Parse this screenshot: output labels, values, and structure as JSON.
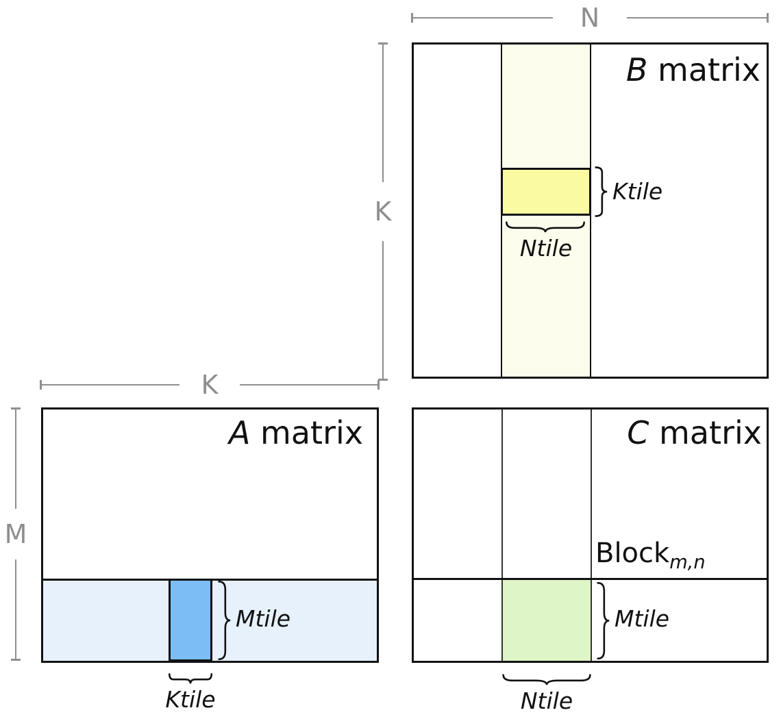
{
  "colors": {
    "outline": "#111111",
    "thin_line": "#333333",
    "dim_gray": "#8e8e8e",
    "b_strip_fill": "#fdfdee",
    "b_tile_fill": "#fafaa2",
    "a_strip_fill": "#e6f1fc",
    "a_tile_fill": "#7bbdf4",
    "c_tile_fill": "#def5c7"
  },
  "dims": {
    "n_label": "N",
    "k_vertical_label": "K",
    "k_horizontal_label": "K",
    "m_label": "M"
  },
  "matrix_b": {
    "title_var": "B",
    "title_rest": " matrix",
    "ktile_label": "Ktile",
    "ntile_label": "Ntile"
  },
  "matrix_a": {
    "title_var": "A",
    "title_rest": " matrix",
    "mtile_label": "Mtile",
    "ktile_label": "Ktile"
  },
  "matrix_c": {
    "title_var": "C",
    "title_rest": " matrix",
    "block_label": "Block",
    "block_subscript": "m,n",
    "mtile_label": "Mtile",
    "ntile_label": "Ntile"
  }
}
